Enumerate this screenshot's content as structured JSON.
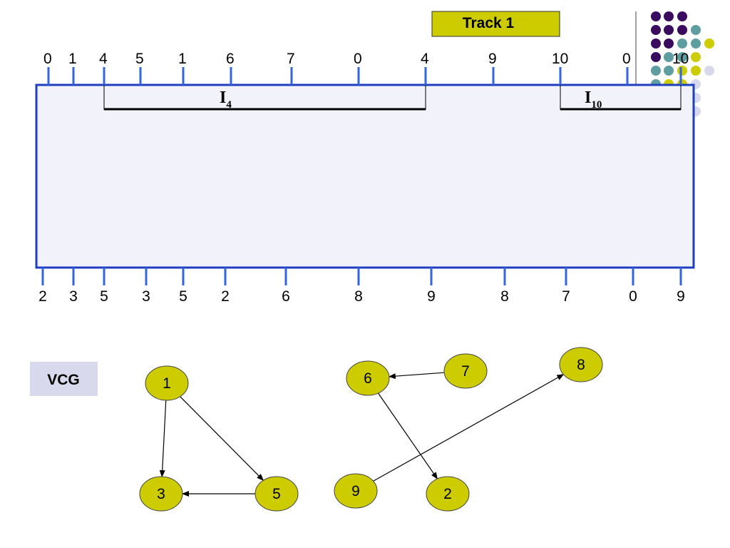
{
  "track_label": "Track 1",
  "vcg_label": "VCG",
  "channel": {
    "top_pins": [
      "0",
      "1",
      "4",
      "5",
      "1",
      "6",
      "7",
      "0",
      "4",
      "9",
      "10",
      "0",
      "10"
    ],
    "bottom_pins": [
      "2",
      "3",
      "5",
      "3",
      "5",
      "2",
      "6",
      "8",
      "9",
      "8",
      "7",
      "0",
      "9"
    ]
  },
  "intervals": [
    {
      "base": "I",
      "sub": "4"
    },
    {
      "base": "I",
      "sub": "10"
    }
  ],
  "vcg": {
    "nodes": [
      "1",
      "3",
      "5",
      "6",
      "7",
      "9",
      "2",
      "8"
    ],
    "edges": [
      [
        "1",
        "3"
      ],
      [
        "1",
        "5"
      ],
      [
        "5",
        "3"
      ],
      [
        "7",
        "6"
      ],
      [
        "6",
        "2"
      ],
      [
        "9",
        "8"
      ]
    ]
  },
  "colors": {
    "track_fill": "#cccc00",
    "node_fill": "#cccc00",
    "vcg_box": "#d9d9ee",
    "channel_fill": "#f2f2fa",
    "channel_border": "#1f3fbf",
    "pin": "#3366dd",
    "dot_dark": "#3a0a5e",
    "dot_teal": "#5f9ea0",
    "dot_yellow": "#cccc00",
    "dot_light": "#d8d8ec"
  }
}
